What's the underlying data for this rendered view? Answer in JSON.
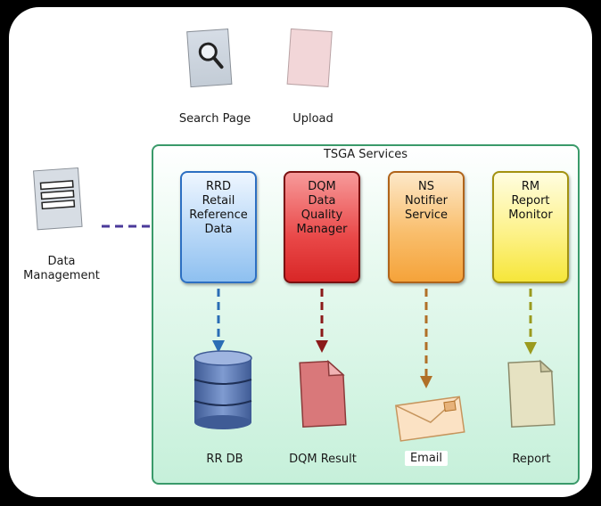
{
  "top_items": {
    "search_page": "Search Page",
    "upload": "Upload"
  },
  "data_management": {
    "line1": "Data",
    "line2": "Management"
  },
  "services_group": {
    "title": "TSGA Services",
    "rrd": {
      "line1": "RRD",
      "line2": "Retail",
      "line3": "Reference",
      "line4": "Data"
    },
    "dqm": {
      "line1": "DQM",
      "line2": "Data",
      "line3": "Quality",
      "line4": "Manager"
    },
    "ns": {
      "line1": "NS",
      "line2": "Notifier",
      "line3": "Service"
    },
    "rm": {
      "line1": "RM",
      "line2": "Report",
      "line3": "Monitor"
    }
  },
  "outputs": {
    "rr_db": "RR DB",
    "dqm_result": "DQM Result",
    "email": "Email",
    "report": "Report"
  },
  "colors": {
    "rrd_arrow": "#2a6db5",
    "dqm_arrow": "#8b1a1a",
    "ns_arrow": "#b07028",
    "rm_arrow": "#9a9a1e",
    "dm_arrow": "#4b3a9a"
  }
}
